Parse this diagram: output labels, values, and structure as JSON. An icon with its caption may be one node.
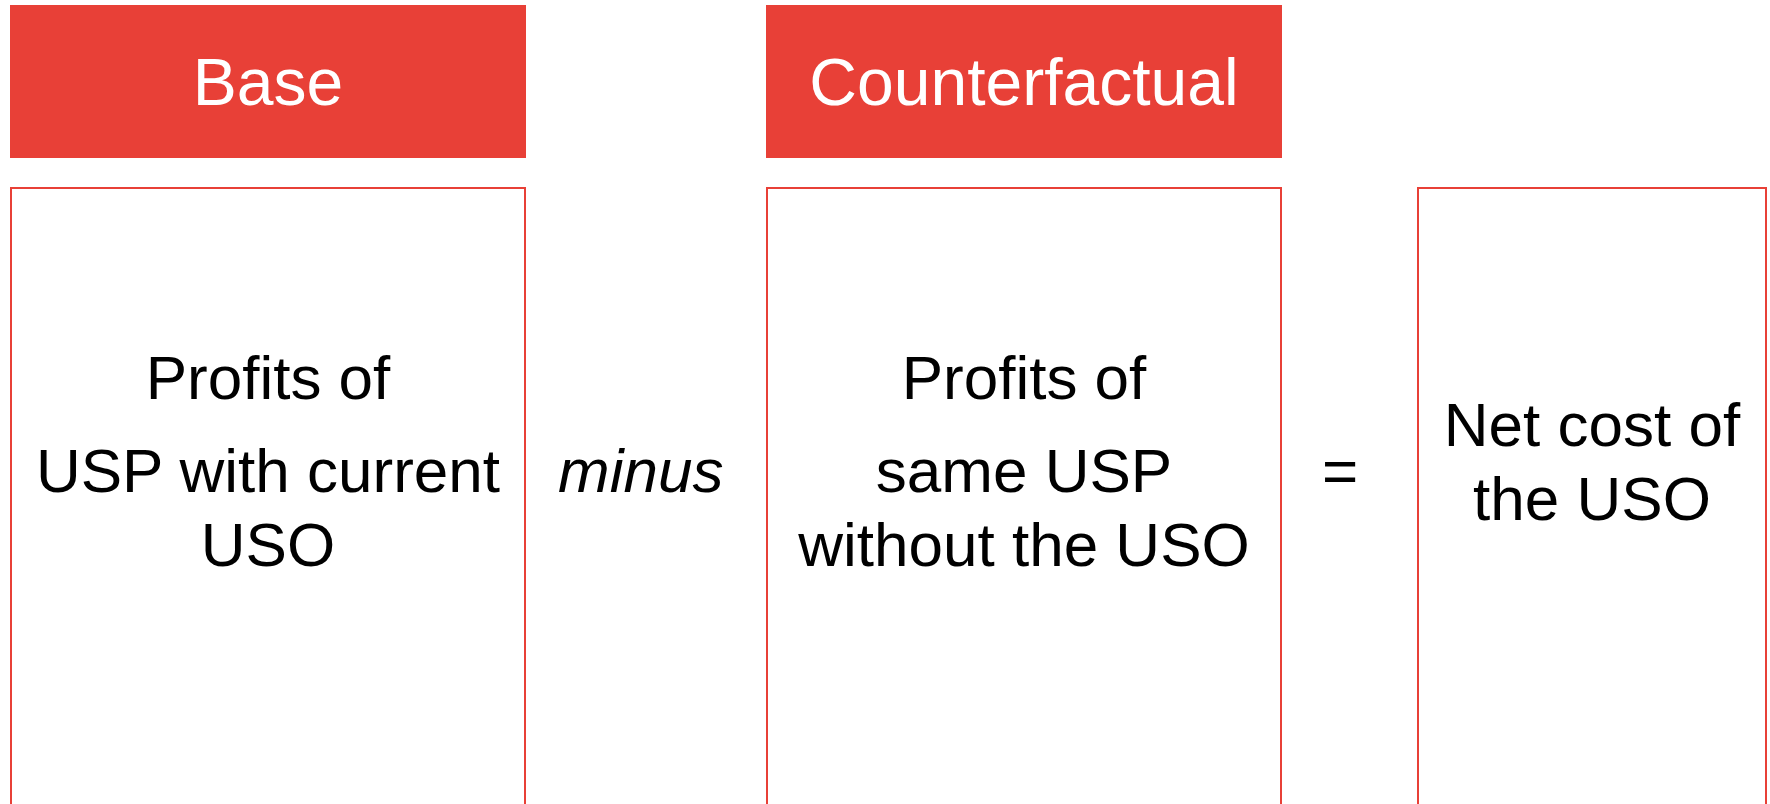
{
  "diagram": {
    "nodes": [
      {
        "text": [
          "Base"
        ]
      },
      {
        "text": [
          "Counterfactual"
        ]
      },
      {
        "text": [
          "Profits of",
          "USP with current USO"
        ]
      },
      {
        "text": [
          "Profits of",
          "same USP without the USO"
        ]
      },
      {
        "text": [
          "Net cost of the USO"
        ]
      }
    ],
    "labels": [
      "minus",
      "="
    ]
  }
}
